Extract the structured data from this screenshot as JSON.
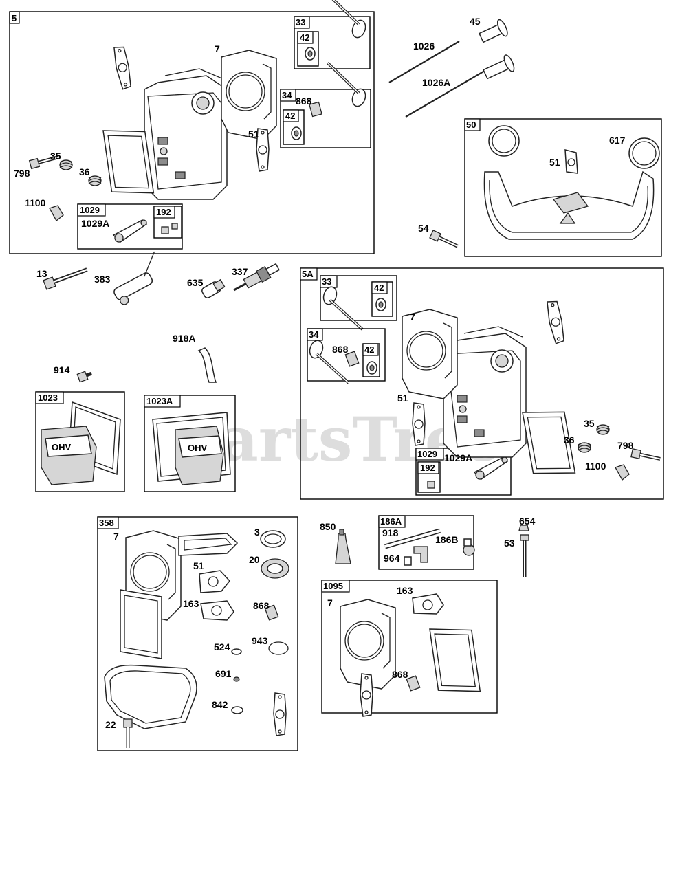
{
  "watermark": "PartsTree",
  "colors": {
    "line": "#222222",
    "fill": "#d6d6d6",
    "watermark": "#000000"
  },
  "groups": {
    "g5": {
      "tag": "5",
      "sub": [
        {
          "tag": "33"
        },
        {
          "tag": "42"
        },
        {
          "tag": "34"
        },
        {
          "tag": "42"
        },
        {
          "tag": "1029"
        },
        {
          "tag": "192"
        }
      ]
    },
    "g50": {
      "tag": "50"
    },
    "g5a": {
      "tag": "5A",
      "sub": [
        {
          "tag": "33"
        },
        {
          "tag": "42"
        },
        {
          "tag": "34"
        },
        {
          "tag": "42"
        },
        {
          "tag": "1029"
        },
        {
          "tag": "192"
        }
      ]
    },
    "g1023": {
      "tag": "1023"
    },
    "g1023a": {
      "tag": "1023A"
    },
    "g358": {
      "tag": "358"
    },
    "g186a": {
      "tag": "186A"
    },
    "g1095": {
      "tag": "1095"
    }
  },
  "labels": {
    "g5": [
      "7",
      "868",
      "51",
      "35",
      "798",
      "36",
      "1100",
      "1029A"
    ],
    "top": [
      "45",
      "1026",
      "1026A"
    ],
    "g50": [
      "617",
      "51"
    ],
    "mid": [
      "54",
      "13",
      "383",
      "337",
      "635",
      "918A",
      "914"
    ],
    "g5a": [
      "7",
      "868",
      "51",
      "35",
      "36",
      "798",
      "1100",
      "1029A"
    ],
    "g358": [
      "7",
      "3",
      "20",
      "51",
      "163",
      "868",
      "524",
      "943",
      "691",
      "842",
      "22"
    ],
    "bottom": [
      "850",
      "654",
      "53"
    ],
    "g186a": [
      "918",
      "186B",
      "964"
    ],
    "g1095": [
      "7",
      "163",
      "868"
    ]
  },
  "cover_text": "OHV"
}
